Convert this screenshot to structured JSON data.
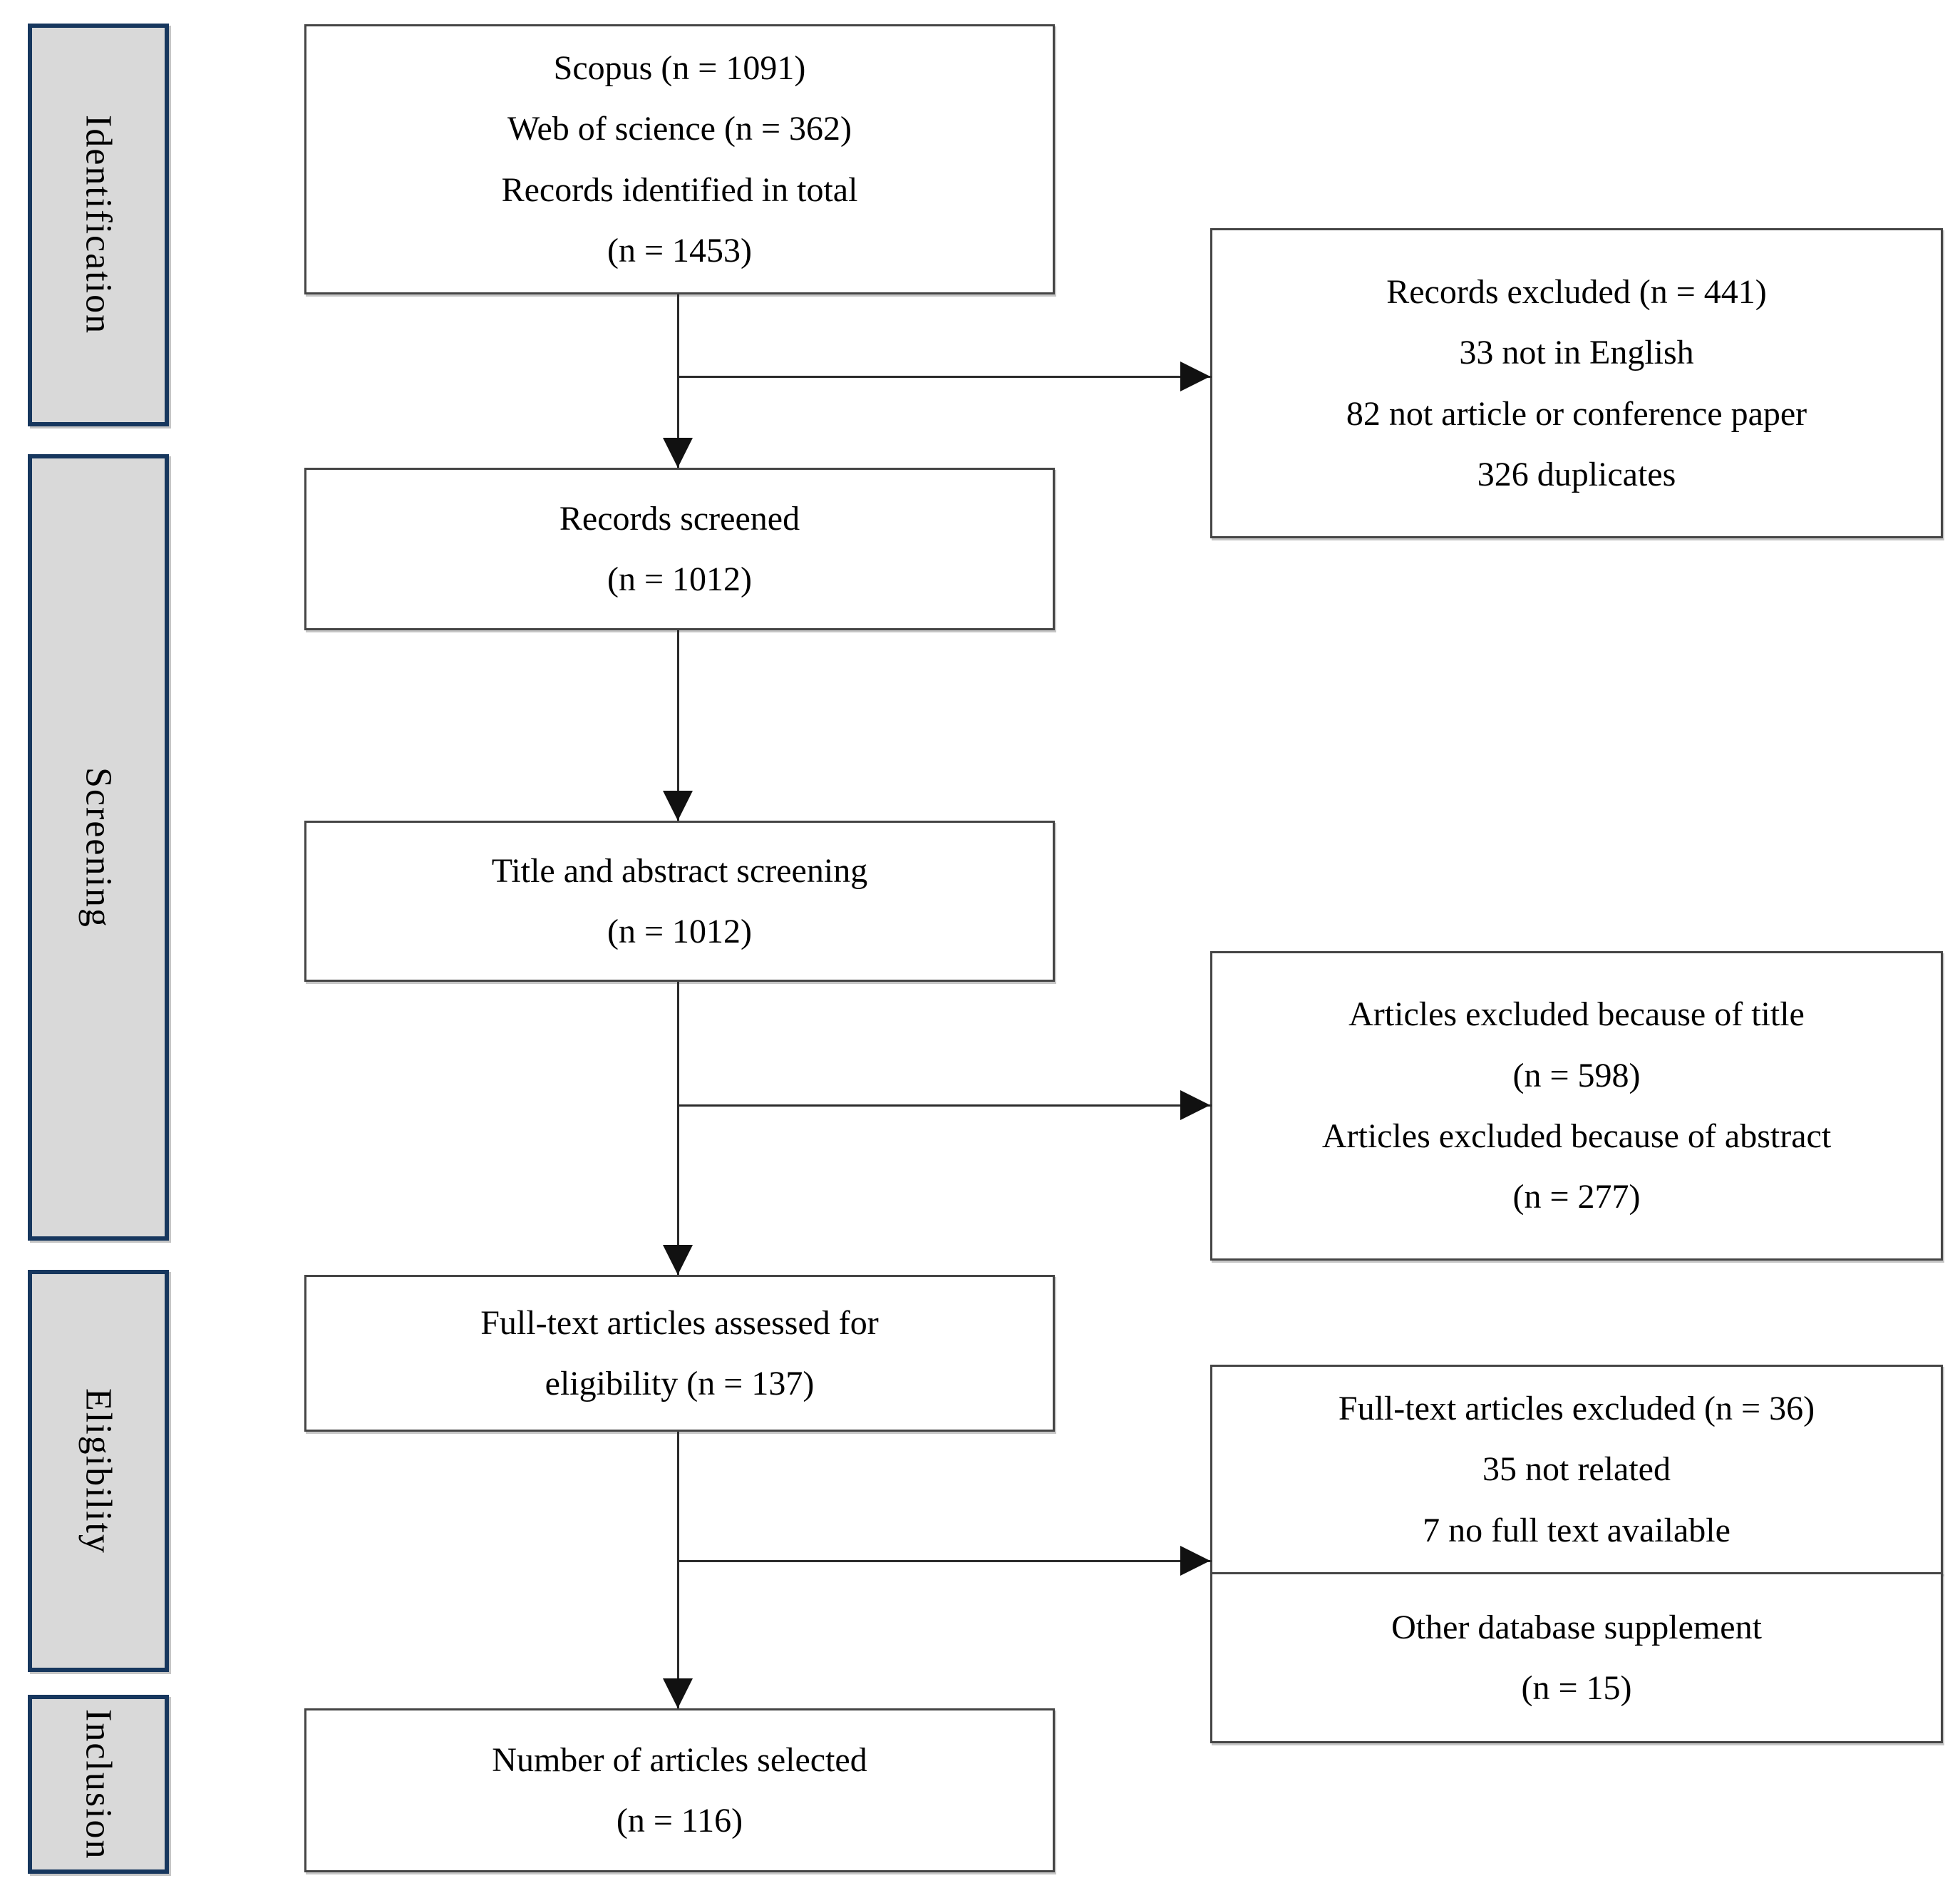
{
  "palette": {
    "background": "#FFFFFF",
    "sidebar_fill": "#D9D9D9",
    "sidebar_border": "#17375E",
    "box_border": "#454545",
    "line_color": "#2B2B2B",
    "arrow_color": "#111111",
    "text_color": "#000000"
  },
  "sidebar": {
    "items": [
      {
        "label": "Identification"
      },
      {
        "label": "Screening"
      },
      {
        "label": "Eligibility"
      },
      {
        "label": "Inclusion"
      }
    ]
  },
  "flow": {
    "main_boxes": [
      {
        "lines": [
          "Scopus (n = 1091)",
          "Web of science  (n = 362)",
          "Records identified in total",
          "(n = 1453)"
        ]
      },
      {
        "lines": [
          "Records screened",
          "(n = 1012)"
        ]
      },
      {
        "lines": [
          "Title and abstract screening",
          "(n = 1012)"
        ]
      },
      {
        "lines": [
          "Full-text articles assessed for",
          "eligibility (n = 137)"
        ]
      },
      {
        "lines": [
          "Number of articles selected",
          "(n = 116)"
        ]
      }
    ],
    "side_boxes": [
      {
        "lines": [
          "Records excluded (n = 441)",
          "33 not in English",
          "82 not article or conference paper",
          "326 duplicates"
        ]
      },
      {
        "lines": [
          "Articles excluded because of title",
          "(n = 598)",
          "Articles excluded because of abstract",
          "(n = 277)"
        ]
      },
      {
        "lines": [
          "Full-text articles excluded (n = 36)",
          "35 not related",
          "7 no full text available"
        ]
      },
      {
        "lines": [
          "Other database supplement",
          "(n = 15)"
        ]
      }
    ]
  }
}
